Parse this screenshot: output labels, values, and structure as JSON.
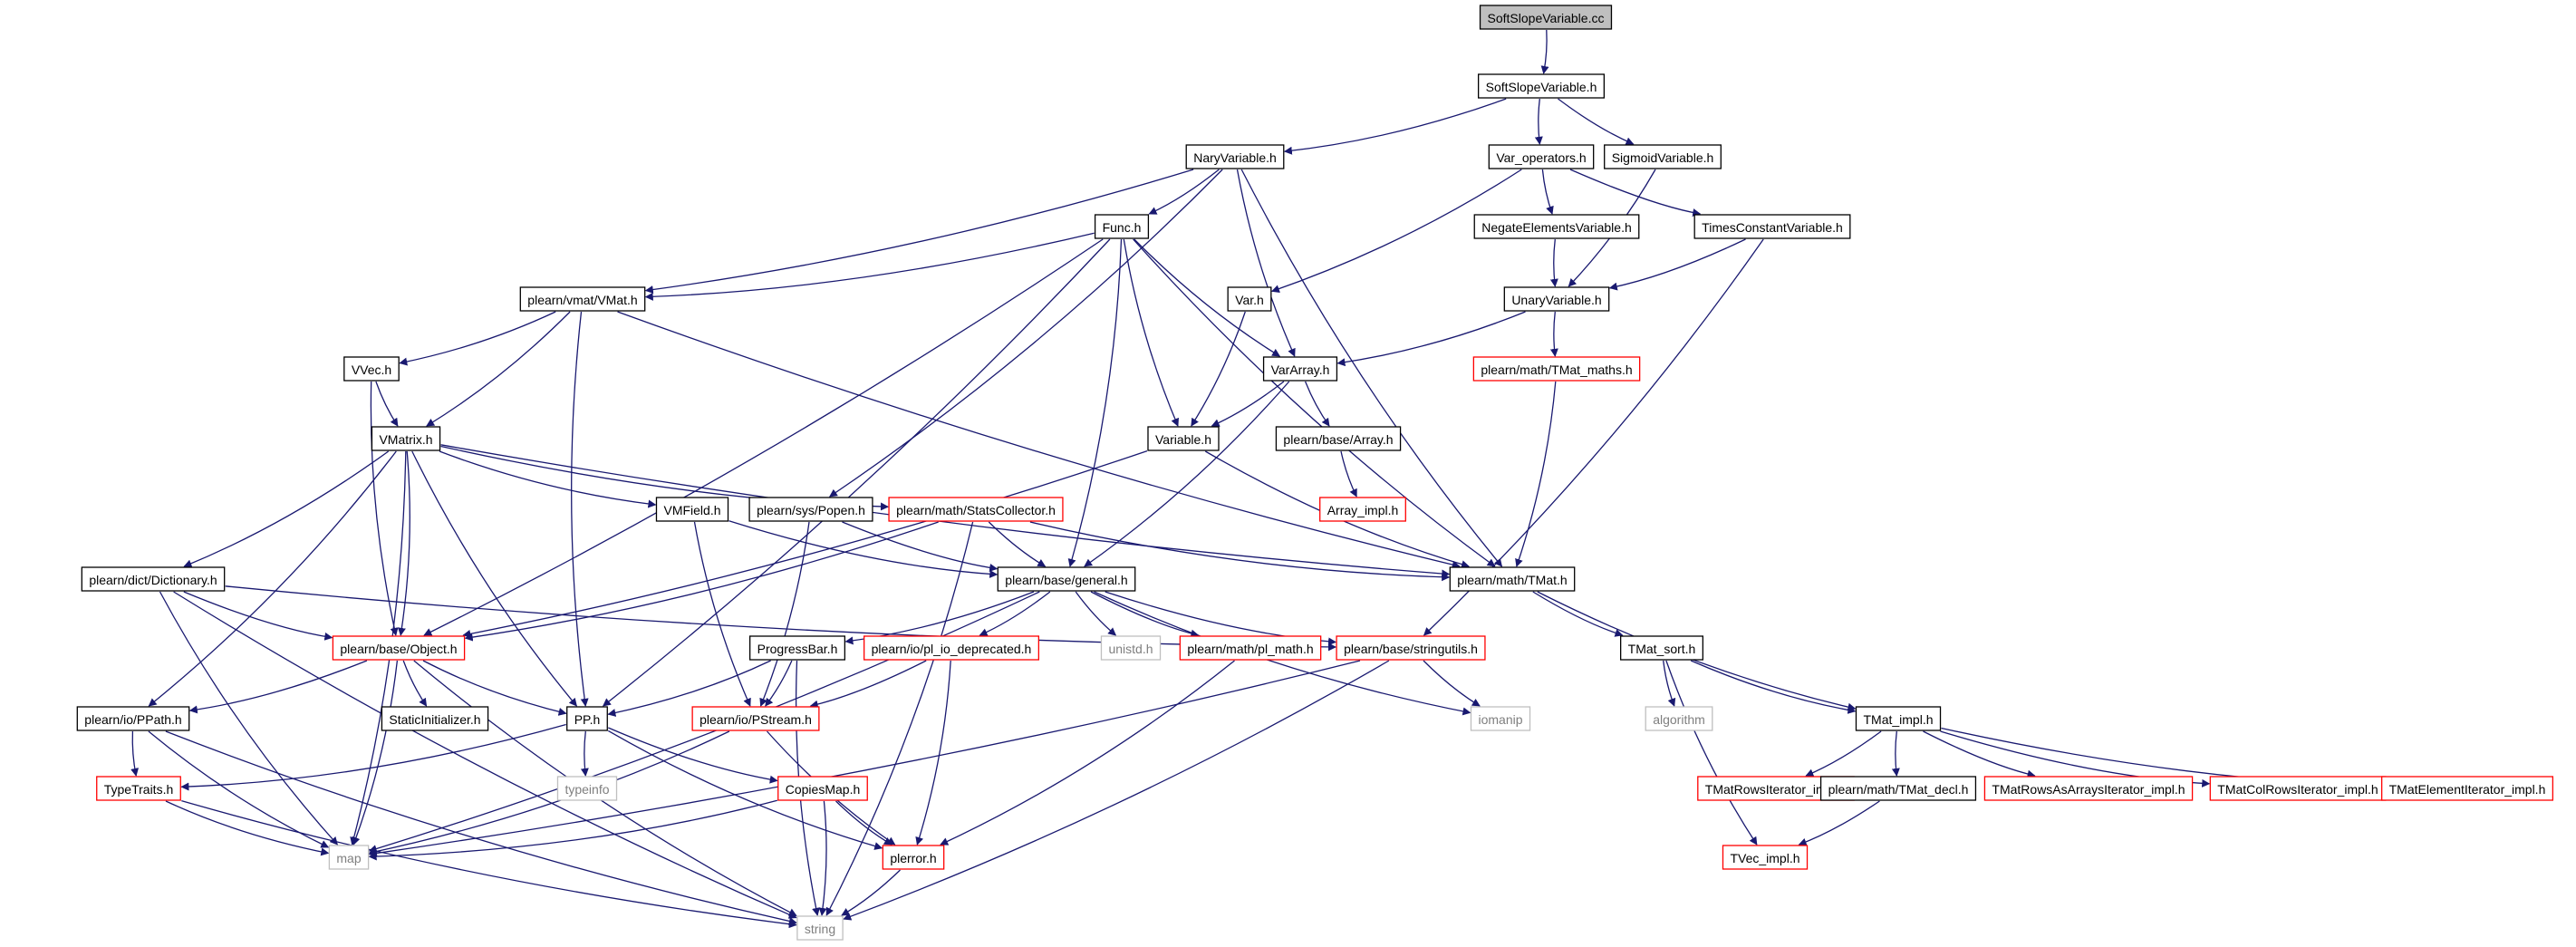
{
  "colors": {
    "edge": "#191970",
    "root_fill": "#bfbfbf",
    "normal_border": "#000000",
    "truncated_border": "#ff0000",
    "external_border": "#bfbfbf",
    "external_text": "#7f7f7f"
  },
  "nodes": [
    {
      "id": "SoftSlopeVariable.cc",
      "label": "SoftSlopeVariable.cc",
      "kind": "root"
    },
    {
      "id": "SoftSlopeVariable.h",
      "label": "SoftSlopeVariable.h",
      "kind": "normal"
    },
    {
      "id": "NaryVariable.h",
      "label": "NaryVariable.h",
      "kind": "normal"
    },
    {
      "id": "Var_operators.h",
      "label": "Var_operators.h",
      "kind": "normal"
    },
    {
      "id": "SigmoidVariable.h",
      "label": "SigmoidVariable.h",
      "kind": "normal"
    },
    {
      "id": "Func.h",
      "label": "Func.h",
      "kind": "normal"
    },
    {
      "id": "NegateElementsVariable.h",
      "label": "NegateElementsVariable.h",
      "kind": "normal"
    },
    {
      "id": "TimesConstantVariable.h",
      "label": "TimesConstantVariable.h",
      "kind": "normal"
    },
    {
      "id": "plearn/vmat/VMat.h",
      "label": "plearn/vmat/VMat.h",
      "kind": "normal"
    },
    {
      "id": "Var.h",
      "label": "Var.h",
      "kind": "normal"
    },
    {
      "id": "UnaryVariable.h",
      "label": "UnaryVariable.h",
      "kind": "normal"
    },
    {
      "id": "VVec.h",
      "label": "VVec.h",
      "kind": "normal"
    },
    {
      "id": "VarArray.h",
      "label": "VarArray.h",
      "kind": "normal"
    },
    {
      "id": "plearn/math/TMat_maths.h",
      "label": "plearn/math/TMat_maths.h",
      "kind": "truncated"
    },
    {
      "id": "VMatrix.h",
      "label": "VMatrix.h",
      "kind": "normal"
    },
    {
      "id": "Variable.h",
      "label": "Variable.h",
      "kind": "normal"
    },
    {
      "id": "plearn/base/Array.h",
      "label": "plearn/base/Array.h",
      "kind": "normal"
    },
    {
      "id": "Array_impl.h",
      "label": "Array_impl.h",
      "kind": "truncated"
    },
    {
      "id": "VMField.h",
      "label": "VMField.h",
      "kind": "normal"
    },
    {
      "id": "plearn/sys/Popen.h",
      "label": "plearn/sys/Popen.h",
      "kind": "normal"
    },
    {
      "id": "plearn/math/StatsCollector.h",
      "label": "plearn/math/StatsCollector.h",
      "kind": "truncated"
    },
    {
      "id": "plearn/math/TMat.h",
      "label": "plearn/math/TMat.h",
      "kind": "normal"
    },
    {
      "id": "plearn/dict/Dictionary.h",
      "label": "plearn/dict/Dictionary.h",
      "kind": "normal"
    },
    {
      "id": "plearn/base/general.h",
      "label": "plearn/base/general.h",
      "kind": "normal"
    },
    {
      "id": "plearn/base/Object.h",
      "label": "plearn/base/Object.h",
      "kind": "truncated"
    },
    {
      "id": "ProgressBar.h",
      "label": "ProgressBar.h",
      "kind": "normal"
    },
    {
      "id": "plearn/io/pl_io_deprecated.h",
      "label": "plearn/io/pl_io_deprecated.h",
      "kind": "truncated"
    },
    {
      "id": "unistd.h",
      "label": "unistd.h",
      "kind": "external"
    },
    {
      "id": "plearn/math/pl_math.h",
      "label": "plearn/math/pl_math.h",
      "kind": "truncated"
    },
    {
      "id": "plearn/base/stringutils.h",
      "label": "plearn/base/stringutils.h",
      "kind": "truncated"
    },
    {
      "id": "TMat_sort.h",
      "label": "TMat_sort.h",
      "kind": "normal"
    },
    {
      "id": "plearn/io/PPath.h",
      "label": "plearn/io/PPath.h",
      "kind": "normal"
    },
    {
      "id": "StaticInitializer.h",
      "label": "StaticInitializer.h",
      "kind": "normal"
    },
    {
      "id": "PP.h",
      "label": "PP.h",
      "kind": "normal"
    },
    {
      "id": "plearn/io/PStream.h",
      "label": "plearn/io/PStream.h",
      "kind": "truncated"
    },
    {
      "id": "iomanip",
      "label": "iomanip",
      "kind": "external"
    },
    {
      "id": "algorithm",
      "label": "algorithm",
      "kind": "external"
    },
    {
      "id": "TMat_impl.h",
      "label": "TMat_impl.h",
      "kind": "normal"
    },
    {
      "id": "typeinfo",
      "label": "typeinfo",
      "kind": "external"
    },
    {
      "id": "TypeTraits.h",
      "label": "TypeTraits.h",
      "kind": "truncated"
    },
    {
      "id": "CopiesMap.h",
      "label": "CopiesMap.h",
      "kind": "truncated"
    },
    {
      "id": "TMatRowsIterator_impl.h",
      "label": "TMatRowsIterator_impl.h",
      "kind": "truncated"
    },
    {
      "id": "TMatRowsAsArraysIterator_impl.h",
      "label": "TMatRowsAsArraysIterator_impl.h",
      "kind": "truncated"
    },
    {
      "id": "TMatColRowsIterator_impl.h",
      "label": "TMatColRowsIterator_impl.h",
      "kind": "truncated"
    },
    {
      "id": "TMatElementIterator_impl.h",
      "label": "TMatElementIterator_impl.h",
      "kind": "truncated"
    },
    {
      "id": "plearn/math/TMat_decl.h",
      "label": "plearn/math/TMat_decl.h",
      "kind": "normal"
    },
    {
      "id": "map",
      "label": "map",
      "kind": "external"
    },
    {
      "id": "plerror.h",
      "label": "plerror.h",
      "kind": "truncated"
    },
    {
      "id": "TVec_impl.h",
      "label": "TVec_impl.h",
      "kind": "truncated"
    },
    {
      "id": "string",
      "label": "string",
      "kind": "external"
    }
  ],
  "edges": [
    [
      "SoftSlopeVariable.cc",
      "SoftSlopeVariable.h"
    ],
    [
      "SoftSlopeVariable.h",
      "NaryVariable.h"
    ],
    [
      "SoftSlopeVariable.h",
      "Var_operators.h"
    ],
    [
      "SoftSlopeVariable.h",
      "SigmoidVariable.h"
    ],
    [
      "NaryVariable.h",
      "Func.h"
    ],
    [
      "NaryVariable.h",
      "plearn/vmat/VMat.h"
    ],
    [
      "NaryVariable.h",
      "VarArray.h"
    ],
    [
      "NaryVariable.h",
      "plearn/math/TMat.h"
    ],
    [
      "NaryVariable.h",
      "plearn/sys/Popen.h"
    ],
    [
      "Var_operators.h",
      "NegateElementsVariable.h"
    ],
    [
      "Var_operators.h",
      "TimesConstantVariable.h"
    ],
    [
      "Var_operators.h",
      "Var.h"
    ],
    [
      "SigmoidVariable.h",
      "UnaryVariable.h"
    ],
    [
      "Func.h",
      "plearn/vmat/VMat.h"
    ],
    [
      "Func.h",
      "VarArray.h"
    ],
    [
      "Func.h",
      "Variable.h"
    ],
    [
      "Func.h",
      "plearn/math/TMat.h"
    ],
    [
      "Func.h",
      "plearn/base/general.h"
    ],
    [
      "Func.h",
      "plearn/base/Object.h"
    ],
    [
      "Func.h",
      "PP.h"
    ],
    [
      "NegateElementsVariable.h",
      "UnaryVariable.h"
    ],
    [
      "TimesConstantVariable.h",
      "UnaryVariable.h"
    ],
    [
      "TimesConstantVariable.h",
      "plearn/base/stringutils.h"
    ],
    [
      "plearn/vmat/VMat.h",
      "VVec.h"
    ],
    [
      "plearn/vmat/VMat.h",
      "VMatrix.h"
    ],
    [
      "plearn/vmat/VMat.h",
      "PP.h"
    ],
    [
      "plearn/vmat/VMat.h",
      "plearn/math/TMat.h"
    ],
    [
      "Var.h",
      "Variable.h"
    ],
    [
      "UnaryVariable.h",
      "VarArray.h"
    ],
    [
      "UnaryVariable.h",
      "plearn/math/TMat_maths.h"
    ],
    [
      "VVec.h",
      "VMatrix.h"
    ],
    [
      "VVec.h",
      "plearn/base/Object.h"
    ],
    [
      "VarArray.h",
      "Variable.h"
    ],
    [
      "VarArray.h",
      "plearn/base/Array.h"
    ],
    [
      "VarArray.h",
      "plearn/base/general.h"
    ],
    [
      "plearn/math/TMat_maths.h",
      "plearn/math/TMat.h"
    ],
    [
      "VMatrix.h",
      "VMField.h"
    ],
    [
      "VMatrix.h",
      "plearn/math/StatsCollector.h"
    ],
    [
      "VMatrix.h",
      "plearn/math/TMat.h"
    ],
    [
      "VMatrix.h",
      "plearn/dict/Dictionary.h"
    ],
    [
      "VMatrix.h",
      "plearn/base/Object.h"
    ],
    [
      "VMatrix.h",
      "PP.h"
    ],
    [
      "VMatrix.h",
      "plearn/io/PPath.h"
    ],
    [
      "VMatrix.h",
      "map"
    ],
    [
      "Variable.h",
      "plearn/base/Object.h"
    ],
    [
      "Variable.h",
      "plearn/math/TMat.h"
    ],
    [
      "plearn/base/Array.h",
      "Array_impl.h"
    ],
    [
      "VMField.h",
      "plearn/base/general.h"
    ],
    [
      "VMField.h",
      "plearn/io/PStream.h"
    ],
    [
      "plearn/sys/Popen.h",
      "plearn/base/general.h"
    ],
    [
      "plearn/sys/Popen.h",
      "plearn/io/PStream.h"
    ],
    [
      "plearn/math/StatsCollector.h",
      "plearn/base/general.h"
    ],
    [
      "plearn/math/StatsCollector.h",
      "plearn/math/TMat.h"
    ],
    [
      "plearn/math/StatsCollector.h",
      "plearn/base/Object.h"
    ],
    [
      "plearn/math/StatsCollector.h",
      "string"
    ],
    [
      "plearn/math/TMat.h",
      "TMat_sort.h"
    ],
    [
      "plearn/math/TMat.h",
      "TMat_impl.h"
    ],
    [
      "plearn/dict/Dictionary.h",
      "plearn/base/Object.h"
    ],
    [
      "plearn/dict/Dictionary.h",
      "plearn/base/stringutils.h"
    ],
    [
      "plearn/dict/Dictionary.h",
      "map"
    ],
    [
      "plearn/dict/Dictionary.h",
      "string"
    ],
    [
      "plearn/base/general.h",
      "ProgressBar.h"
    ],
    [
      "plearn/base/general.h",
      "plearn/io/pl_io_deprecated.h"
    ],
    [
      "plearn/base/general.h",
      "unistd.h"
    ],
    [
      "plearn/base/general.h",
      "plearn/math/pl_math.h"
    ],
    [
      "plearn/base/general.h",
      "plearn/base/stringutils.h"
    ],
    [
      "plearn/base/general.h",
      "iomanip"
    ],
    [
      "plearn/base/general.h",
      "map"
    ],
    [
      "plearn/base/Object.h",
      "plearn/io/PPath.h"
    ],
    [
      "plearn/base/Object.h",
      "StaticInitializer.h"
    ],
    [
      "plearn/base/Object.h",
      "PP.h"
    ],
    [
      "plearn/base/Object.h",
      "map"
    ],
    [
      "plearn/base/Object.h",
      "string"
    ],
    [
      "ProgressBar.h",
      "PP.h"
    ],
    [
      "ProgressBar.h",
      "plearn/io/PStream.h"
    ],
    [
      "ProgressBar.h",
      "string"
    ],
    [
      "plearn/io/pl_io_deprecated.h",
      "plearn/io/PStream.h"
    ],
    [
      "plearn/io/pl_io_deprecated.h",
      "plerror.h"
    ],
    [
      "plearn/math/pl_math.h",
      "plerror.h"
    ],
    [
      "plearn/base/stringutils.h",
      "iomanip"
    ],
    [
      "plearn/base/stringutils.h",
      "map"
    ],
    [
      "plearn/base/stringutils.h",
      "string"
    ],
    [
      "TMat_sort.h",
      "algorithm"
    ],
    [
      "TMat_sort.h",
      "TMat_impl.h"
    ],
    [
      "TMat_sort.h",
      "TVec_impl.h"
    ],
    [
      "plearn/io/PPath.h",
      "TypeTraits.h"
    ],
    [
      "plearn/io/PPath.h",
      "map"
    ],
    [
      "plearn/io/PPath.h",
      "string"
    ],
    [
      "PP.h",
      "typeinfo"
    ],
    [
      "PP.h",
      "TypeTraits.h"
    ],
    [
      "PP.h",
      "CopiesMap.h"
    ],
    [
      "PP.h",
      "plerror.h"
    ],
    [
      "plearn/io/PStream.h",
      "map"
    ],
    [
      "plearn/io/PStream.h",
      "plerror.h"
    ],
    [
      "TMat_impl.h",
      "TMatRowsIterator_impl.h"
    ],
    [
      "TMat_impl.h",
      "plearn/math/TMat_decl.h"
    ],
    [
      "TMat_impl.h",
      "TMatRowsAsArraysIterator_impl.h"
    ],
    [
      "TMat_impl.h",
      "TMatColRowsIterator_impl.h"
    ],
    [
      "TMat_impl.h",
      "TMatElementIterator_impl.h"
    ],
    [
      "TypeTraits.h",
      "map"
    ],
    [
      "TypeTraits.h",
      "string"
    ],
    [
      "CopiesMap.h",
      "map"
    ],
    [
      "CopiesMap.h",
      "plerror.h"
    ],
    [
      "CopiesMap.h",
      "string"
    ],
    [
      "plearn/math/TMat_decl.h",
      "TVec_impl.h"
    ],
    [
      "plerror.h",
      "string"
    ]
  ]
}
